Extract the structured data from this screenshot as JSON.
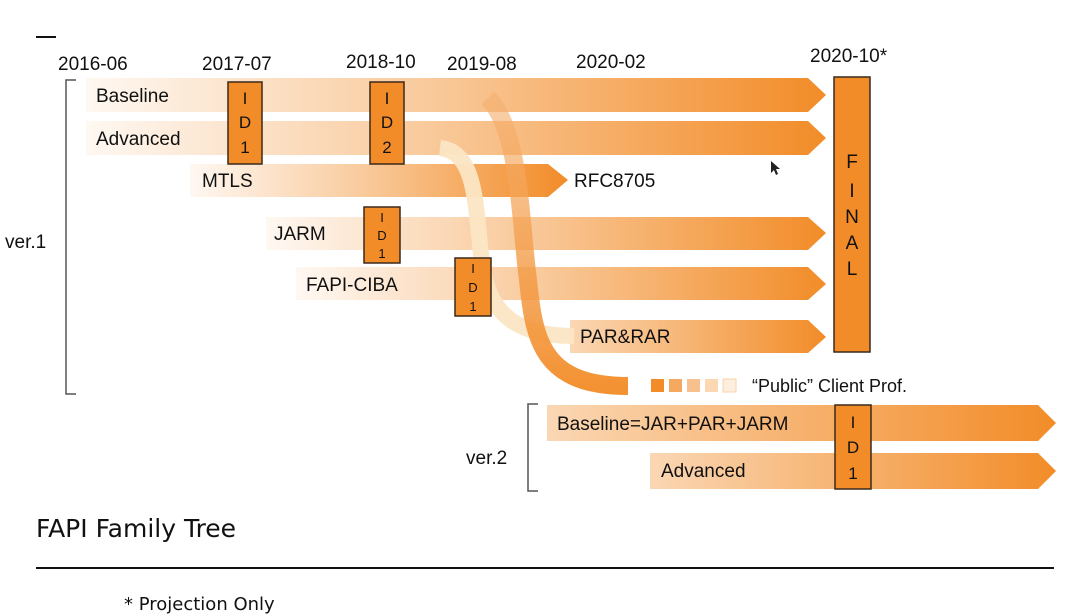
{
  "dates": [
    "2016-06",
    "2017-07",
    "2018-10",
    "2019-08",
    "2020-02",
    "2020-10*"
  ],
  "groups": {
    "v1": "ver.1",
    "v2": "ver.2"
  },
  "tracks": {
    "baseline": "Baseline",
    "advanced": "Advanced",
    "mtls": "MTLS",
    "rfc": "RFC8705",
    "jarm": "JARM",
    "ciba": "FAPI-CIBA",
    "parrar": "PAR&RAR",
    "public": "“Public” Client Prof.",
    "v2baseline": "Baseline=JAR+PAR+JARM",
    "v2advanced": "Advanced"
  },
  "milestones": {
    "id1": [
      "I",
      "D",
      "1"
    ],
    "id2": [
      "I",
      "D",
      "2"
    ],
    "final": [
      "F",
      "I",
      "N",
      "A",
      "L"
    ]
  },
  "title": "FAPI Family Tree",
  "footnote": "* Projection Only",
  "colors": {
    "accent": "#f28c28",
    "box_border": "#3a2a1a"
  }
}
